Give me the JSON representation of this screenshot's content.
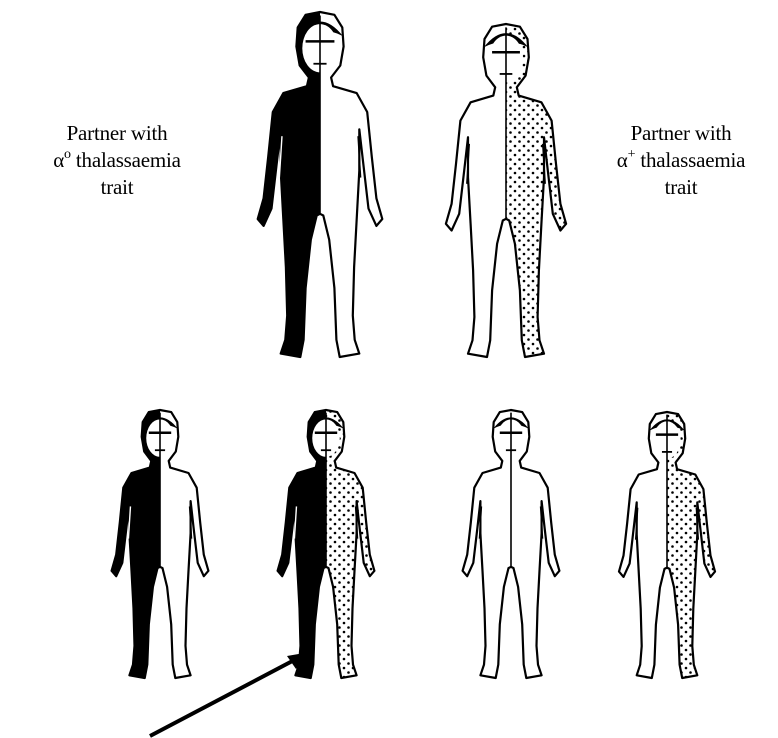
{
  "left_partner": {
    "line1": "Partner with",
    "symbol": "α",
    "superscript": "o",
    "line2_rest": " thalassaemia",
    "line3": "trait"
  },
  "right_partner": {
    "line1": "Partner with",
    "symbol": "α",
    "superscript": "+",
    "line2_rest": " thalassaemia",
    "line3": "trait"
  },
  "figures": [
    {
      "id": "parent-alpha0-trait",
      "left": "black",
      "right": "white",
      "row": "parents"
    },
    {
      "id": "parent-alpha-plus-trait",
      "left": "white",
      "right": "dotted",
      "row": "parents"
    },
    {
      "id": "child-alpha0-trait",
      "left": "black",
      "right": "white",
      "row": "children"
    },
    {
      "id": "child-hbh-disease",
      "left": "black",
      "right": "dotted",
      "row": "children"
    },
    {
      "id": "child-normal",
      "left": "white",
      "right": "white",
      "row": "children"
    },
    {
      "id": "child-alpha-plus-trait",
      "left": "white",
      "right": "dotted",
      "row": "children"
    }
  ],
  "colors": {
    "ink": "#000000",
    "paper": "#ffffff"
  }
}
